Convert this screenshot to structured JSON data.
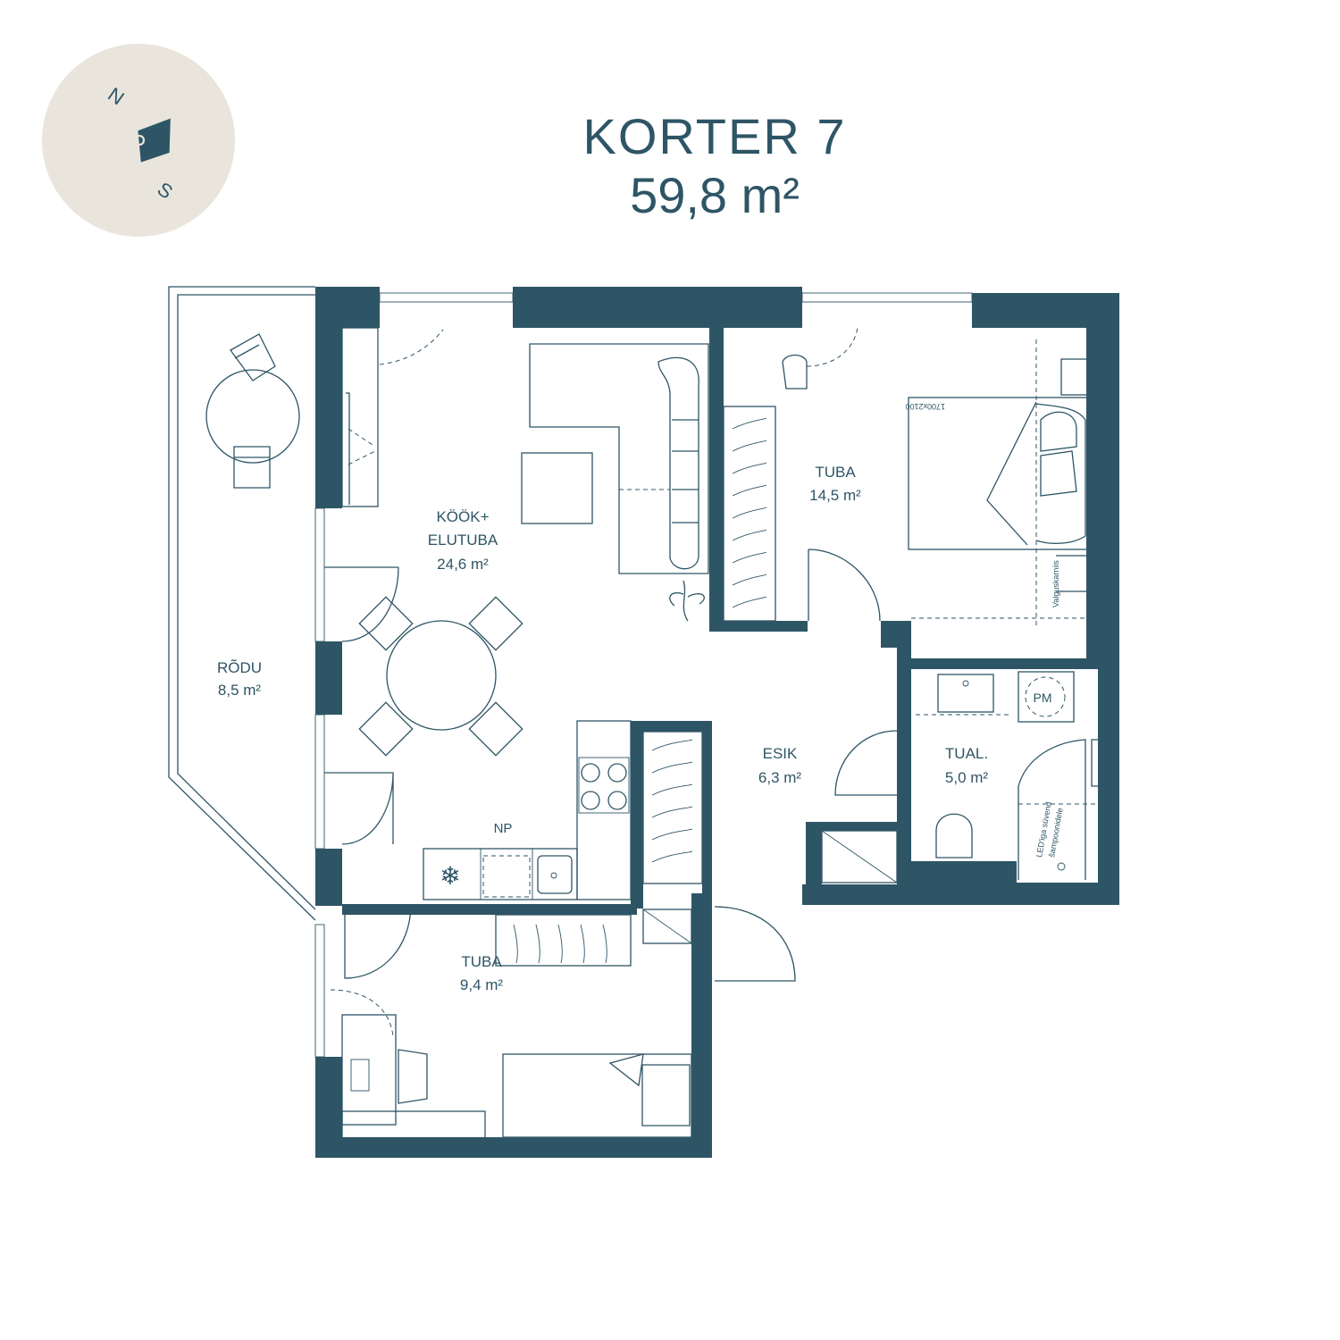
{
  "header": {
    "title": "KORTER 7",
    "area": "59,8 m²"
  },
  "compass": {
    "north": "N",
    "south": "S"
  },
  "rooms": {
    "balcony": {
      "name": "RÕDU",
      "area": "8,5 m²"
    },
    "kitchen": {
      "name_line1": "KÖÖK+",
      "name_line2": "ELUTUBA",
      "area": "24,6 m²"
    },
    "bedroom": {
      "name": "TUBA",
      "area": "14,5 m²"
    },
    "hall": {
      "name": "ESIK",
      "area": "6,3 m²"
    },
    "wc": {
      "name": "TUAL.",
      "area": "5,0 m²"
    },
    "small_room": {
      "name": "TUBA",
      "area": "9,4 m²"
    }
  },
  "labels": {
    "dishwasher": "NP",
    "washing_machine": "PM",
    "bed_size": "1700x2100",
    "light_rail": "Valguskarniis",
    "niche_line1": "LED'iga süvend",
    "niche_line2": "šampoonidele"
  },
  "colors": {
    "wall": "#2e5566",
    "compass_bg": "#e9e5dd"
  }
}
